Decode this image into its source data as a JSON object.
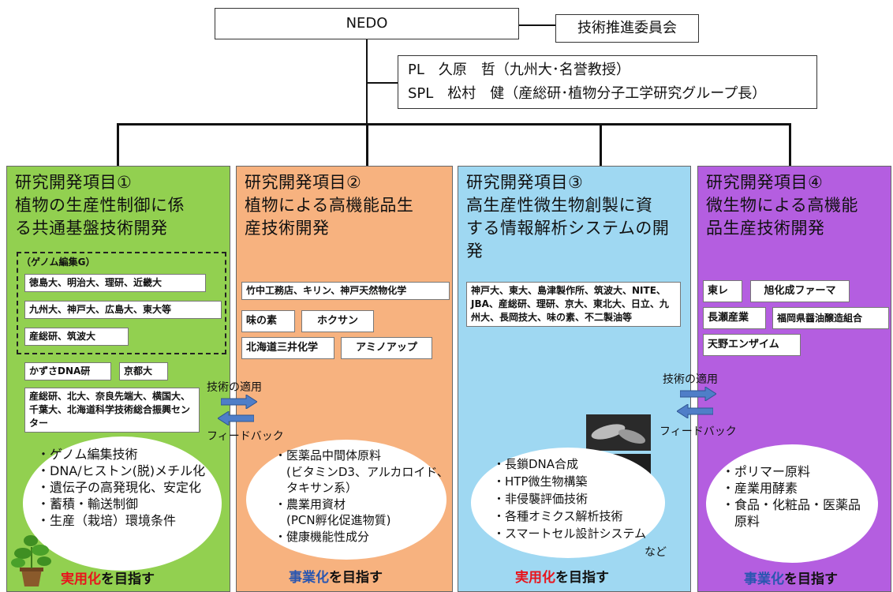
{
  "top": {
    "nedo": "NEDO",
    "committee": "技術推進委員会",
    "pl": "PL　久原　哲（九州大･名誉教授）",
    "spl": "SPL　松村　健（産総研･植物分子工学研究グループ長）"
  },
  "columns": [
    {
      "title_lines": [
        "研究開発項目①",
        "植物の生産性制御に係",
        "る共通基盤技術開発"
      ],
      "color": "#92d050",
      "genome_group": {
        "title": "（ゲノム編集G）",
        "orgs": [
          "徳島大、明治大、理研、近畿大",
          "九州大、神戸大、広島大、東大等",
          "産総研、筑波大"
        ]
      },
      "orgs": [
        "かずさDNA研",
        "京都大",
        "産総研、北大、奈良先端大、横国大、千葉大、北海道科学技術総合振興センター"
      ],
      "items": [
        "・ゲノム編集技術",
        "・DNA/ヒストン(脱)メチル化",
        "・遺伝子の高発現化、安定化",
        "・蓄積・輸送制御",
        "・生産（栽培）環境条件"
      ],
      "goal": {
        "emph": "実用化",
        "rest": "を目指す",
        "emph_color": "#e8141c"
      }
    },
    {
      "title_lines": [
        "研究開発項目②",
        "植物による高機能品生",
        "産技術開発"
      ],
      "color": "#f7b27f",
      "orgs": [
        "竹中工務店、キリン、神戸天然物化学",
        "味の素",
        "ホクサン",
        "北海道三井化学",
        "アミノアップ"
      ],
      "items": [
        "・医薬品中間体原料",
        "　(ビタミンD3、アルカロイド、",
        "　タキサン系）",
        "・農業用資材",
        "　(PCN孵化促進物質)",
        "・健康機能性成分"
      ],
      "goal": {
        "emph": "事業化",
        "rest": "を目指す",
        "emph_color": "#2a56b0"
      }
    },
    {
      "title_lines": [
        "研究開発項目③",
        "高生産性微生物創製に資",
        "する情報解析システムの開",
        "発"
      ],
      "color": "#9fd8f2",
      "orgs": [
        "神戸大、東大、島津製作所、筑波大、NITE、JBA、産総研、理研、京大、東北大、日立、九州大、長岡技大、味の素、不二製油等"
      ],
      "items": [
        "・長鎖DNA合成",
        "・HTP微生物構築",
        "・非侵襲評価技術",
        "・各種オミクス解析技術",
        "・スマートセル設計システム"
      ],
      "items_suffix": "など",
      "goal": {
        "emph": "実用化",
        "rest": "を目指す",
        "emph_color": "#e8141c"
      }
    },
    {
      "title_lines": [
        "研究開発項目④",
        "微生物による高機能",
        "品生産技術開発"
      ],
      "color": "#b45ee0",
      "orgs": [
        "東レ",
        "旭化成ファーマ",
        "長瀬産業",
        "福岡県醤油醸造組合",
        "天野エンザイム"
      ],
      "items": [
        "・ポリマー原料",
        "・産業用酵素",
        "・食品・化粧品・医薬品",
        "　原料"
      ],
      "goal": {
        "emph": "事業化",
        "rest": "を目指す",
        "emph_color": "#2a56b0"
      }
    }
  ],
  "arrows": {
    "apply": "技術の適用",
    "feedback": "フィードバック"
  },
  "icons": [
    "plant-icon",
    "microbe-image"
  ]
}
